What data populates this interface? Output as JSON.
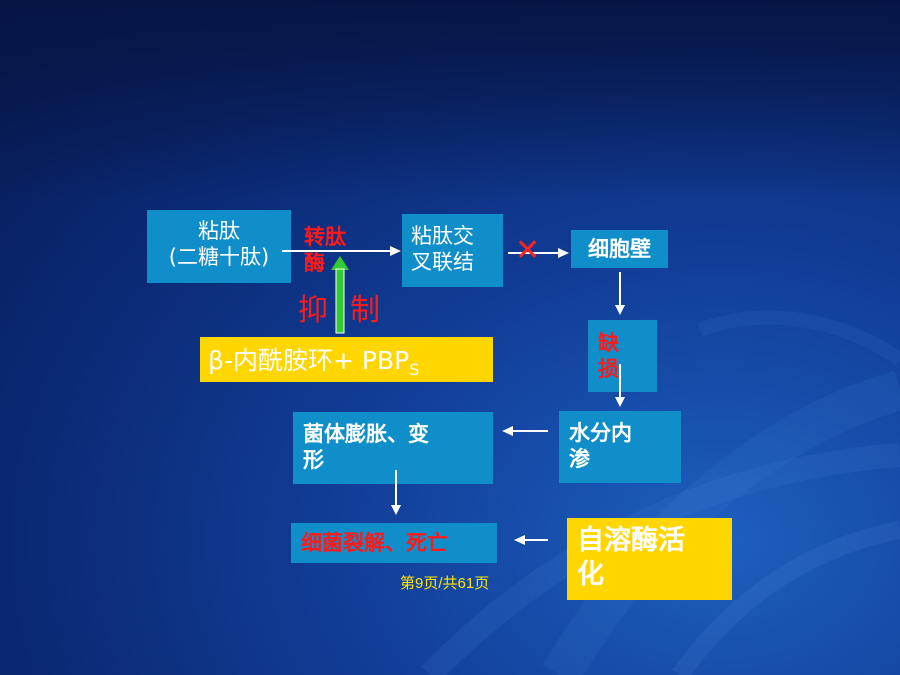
{
  "nodes": {
    "peptidoglycan": {
      "line1": "粘肽",
      "line2": "(二糖十肽)"
    },
    "crosslink": {
      "line1": "粘肽交",
      "line2": "叉联结"
    },
    "cell_wall": "细胞壁",
    "defect": {
      "line1": "缺",
      "line2": "损"
    },
    "water_influx": {
      "line1": "水分内",
      "line2": "渗"
    },
    "swelling": {
      "line1": "菌体膨胀、变",
      "line2": "形"
    },
    "lysis": "细菌裂解、死亡",
    "autolysin": {
      "line1": "自溶酶活",
      "line2": "化"
    }
  },
  "enzyme": {
    "line1": "转肽",
    "line2": "酶"
  },
  "inhibit": {
    "char1": "抑",
    "char2": "制"
  },
  "inhibitor": {
    "main": "β-内酰胺环+ PBP",
    "sub": "S"
  },
  "block_mark": "✕",
  "footer": "第9页/共61页",
  "colors": {
    "box_blue": "#0f8ec9",
    "box_yellow": "#ffd600",
    "text_red": "#ff1a1a",
    "arrow_green": "#33cc33"
  }
}
